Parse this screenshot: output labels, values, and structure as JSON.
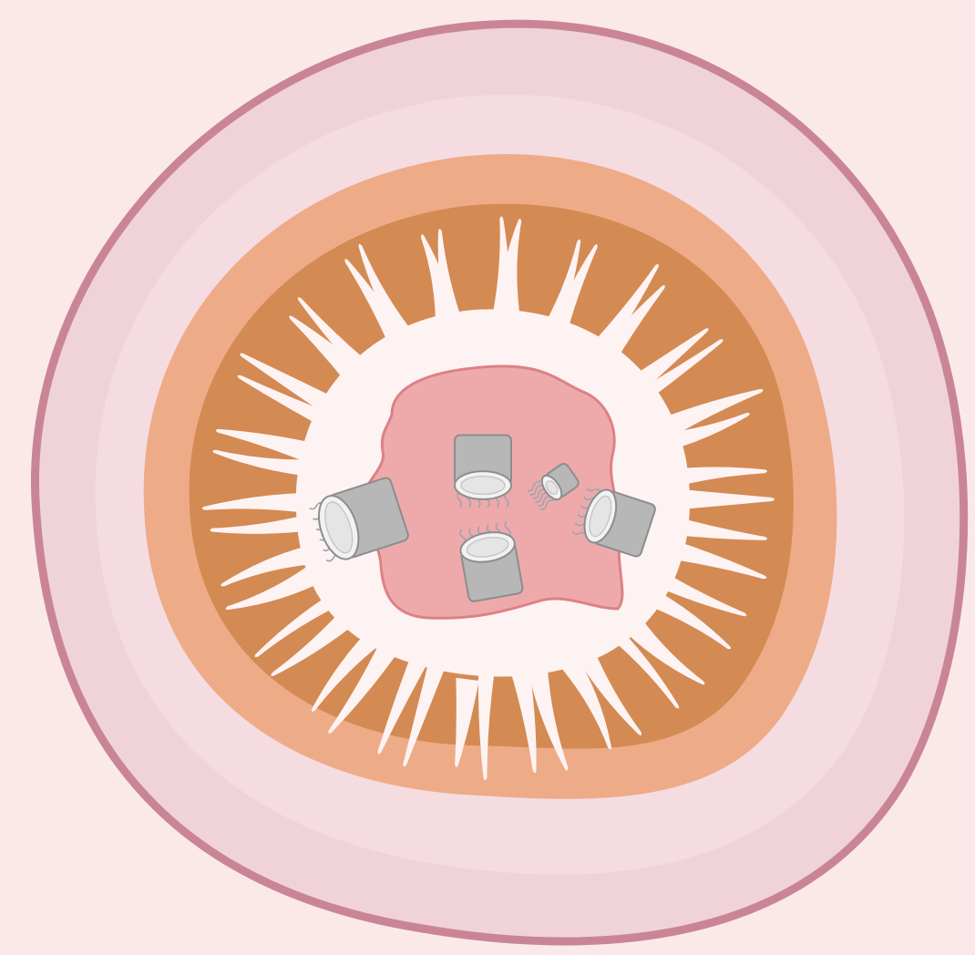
{
  "diagram": {
    "colors": {
      "background": "#fbe9ea",
      "outer_border": "#c98596",
      "outer_wall": "#efd3d9",
      "inner_wall": "#f5dce1",
      "muscle_layer": "#eeab87",
      "mucosa": "#d48a53",
      "lumen": "#fdf3f3",
      "tissue_mass": "#eeaaab",
      "tissue_mass_edge": "#dd8185",
      "implant_body": "#b7b7b7",
      "implant_edge": "#8d8d8d",
      "implant_core": "#e5e5e5",
      "tendril": "#9fa5ae"
    },
    "structures": [
      {
        "name": "outer-serosa",
        "shape": "ring"
      },
      {
        "name": "submucosa",
        "shape": "ring"
      },
      {
        "name": "muscle-layer",
        "shape": "ring"
      },
      {
        "name": "mucosa-folds",
        "shape": "villi",
        "count": 44
      },
      {
        "name": "lumen",
        "shape": "cavity"
      },
      {
        "name": "tissue-mass",
        "shape": "blob"
      },
      {
        "name": "implant",
        "shape": "cylinder",
        "count": 5
      }
    ]
  }
}
